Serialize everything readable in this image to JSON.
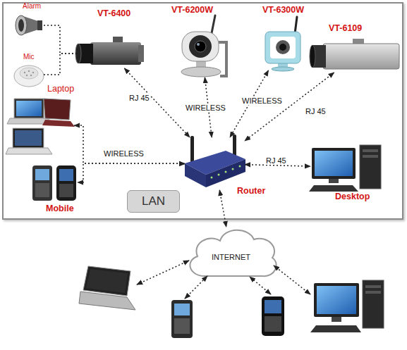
{
  "diagram": {
    "nodes": [
      {
        "text": [
          "LAN"
        ]
      },
      {
        "text": [
          "Alarm"
        ],
        "in": 0
      },
      {
        "text": [
          "VT-6400"
        ],
        "in": 0
      },
      {
        "text": [
          "VT-6200W"
        ],
        "in": 0
      },
      {
        "text": [
          "VT-6300W"
        ],
        "in": 0
      },
      {
        "text": [
          "VT-6109"
        ],
        "in": 0
      },
      {
        "text": [
          "Mic"
        ],
        "in": 0
      },
      {
        "text": [
          "Laptop"
        ],
        "in": 0
      },
      {
        "text": [
          "Mobile"
        ],
        "in": 0
      },
      {
        "text": [
          "Router"
        ],
        "in": 0
      },
      {
        "text": [
          "Desktop"
        ],
        "in": 0
      },
      {
        "text": [
          "INTERNET"
        ]
      }
    ],
    "edges": [
      {
        "from": 2,
        "to": 9,
        "label": "RJ 45",
        "arrow": "both"
      },
      {
        "from": 3,
        "to": 9,
        "label": "WIRELESS",
        "arrow": "both"
      },
      {
        "from": 4,
        "to": 9,
        "label": "WIRELESS",
        "arrow": "both"
      },
      {
        "from": 5,
        "to": 9,
        "label": "RJ 45",
        "arrow": "both"
      },
      {
        "from": 9,
        "to": 7,
        "label": "WIRELESS",
        "arrow": "both"
      },
      {
        "from": 9,
        "to": 8,
        "arrow": "both"
      },
      {
        "from": 9,
        "to": 10,
        "label": "RJ 45",
        "arrow": "both"
      },
      {
        "from": 9,
        "to": 11,
        "arrow": "both"
      },
      {
        "from": 1,
        "to": 2,
        "arrow": "none"
      },
      {
        "from": 6,
        "to": 2,
        "arrow": "none"
      }
    ]
  }
}
